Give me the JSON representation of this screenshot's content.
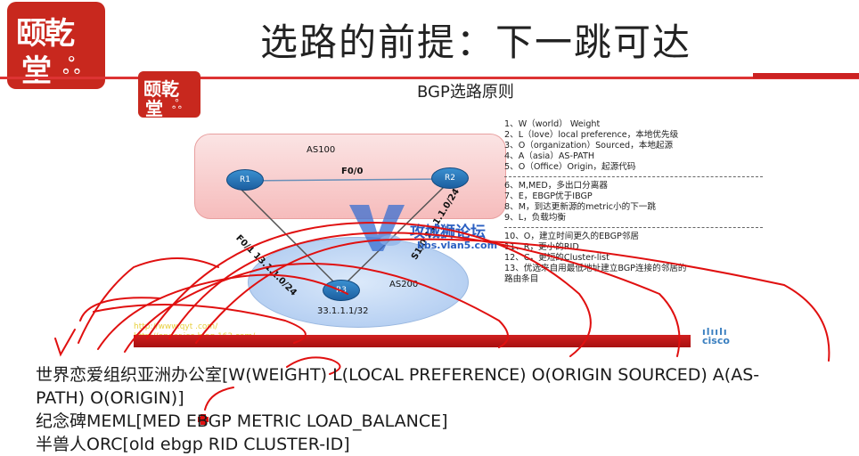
{
  "header": {
    "logo_line1": "颐乾",
    "logo_line2": "堂",
    "title": "选路的前提：下一跳可达"
  },
  "slide": {
    "logo_line1": "颐乾",
    "logo_line2": "堂",
    "title": "BGP选路原则",
    "as100_label": "AS100",
    "as200_label": "AS200",
    "r1": "R1",
    "r2": "R2",
    "r3": "R3",
    "link_f00": "F0/0",
    "link_left": "F0/1 13.1.1.0/24",
    "link_right": "S1/0 23.1.1.0/24",
    "r3_addr": "33.1.1.1/32",
    "rules": [
      "1、W（world） Weight",
      "2、L（love）local preference，本地优先级",
      "3、O（organization）Sourced，本地起源",
      "4、A（asia）AS-PATH",
      "5、O（Office）Origin，起源代码",
      "6、M,MED，多出口分离器",
      "7、E，EBGP优于IBGP",
      "8、M，到达更新源的metric小的下一跳",
      "9、L，负载均衡",
      "10、O，建立时间更久的EBGP邻居",
      "11、R，更小的RID",
      "12、C，更短的Cluster-list",
      "13、优选来自用最低地址建立BGP连接的邻居的",
      "路由条目"
    ],
    "link1": "http://www.qyt      .com/",
    "link2": "http://ender.ice.blog.163.com/",
    "cisco": "cisco"
  },
  "watermark": {
    "main": "攻城狮论坛",
    "sub": "bbs.vlan5.com"
  },
  "notes": {
    "line1": "世界恋爱组织亚洲办公室[W(WEIGHT) L(LOCAL PREFERENCE) O(ORIGIN SOURCED) A(AS-",
    "line2": "PATH) O(ORIGIN)]",
    "line3": "纪念碑MEML[MED EBGP METRIC LOAD_BALANCE]",
    "line4": "半兽人ORC[old  ebgp RID CLUSTER-ID]"
  },
  "colors": {
    "brand_red": "#c8281e",
    "annotation_red": "#e01010"
  }
}
